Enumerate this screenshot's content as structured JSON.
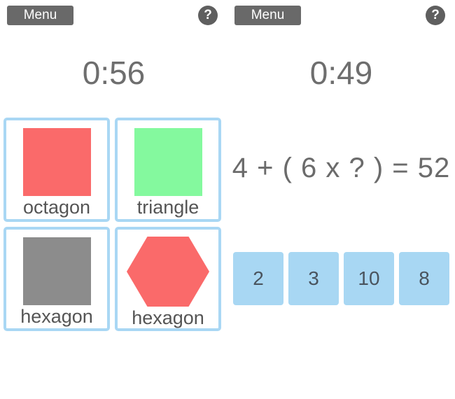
{
  "colors": {
    "background": "#ffffff",
    "menu_button_bg": "#696969",
    "help_button_bg": "#5f5f5f",
    "timer_text": "#6e6e6e",
    "card_border_blue": "#a9d7f4",
    "card_label_text": "#555555",
    "shape_red": "#fa6a6a",
    "shape_green": "#84f99e",
    "shape_gray": "#8c8c8c",
    "equation_text": "#6b6b6b",
    "answer_button_bg": "#a8d7f3",
    "answer_button_text": "#4a545e"
  },
  "left_panel": {
    "menu_label": "Menu",
    "help_label": "?",
    "timer": "0:56",
    "cards": [
      {
        "label": "octagon",
        "shape": "square",
        "color": "#fa6a6a"
      },
      {
        "label": "triangle",
        "shape": "square",
        "color": "#84f99e"
      },
      {
        "label": "hexagon",
        "shape": "square",
        "color": "#8c8c8c"
      },
      {
        "label": "hexagon",
        "shape": "hexagon",
        "color": "#fa6a6a"
      }
    ]
  },
  "right_panel": {
    "menu_label": "Menu",
    "help_label": "?",
    "timer": "0:49",
    "equation": "4 + ( 6 x ? ) = 52",
    "answers": [
      "2",
      "3",
      "10",
      "8"
    ]
  }
}
